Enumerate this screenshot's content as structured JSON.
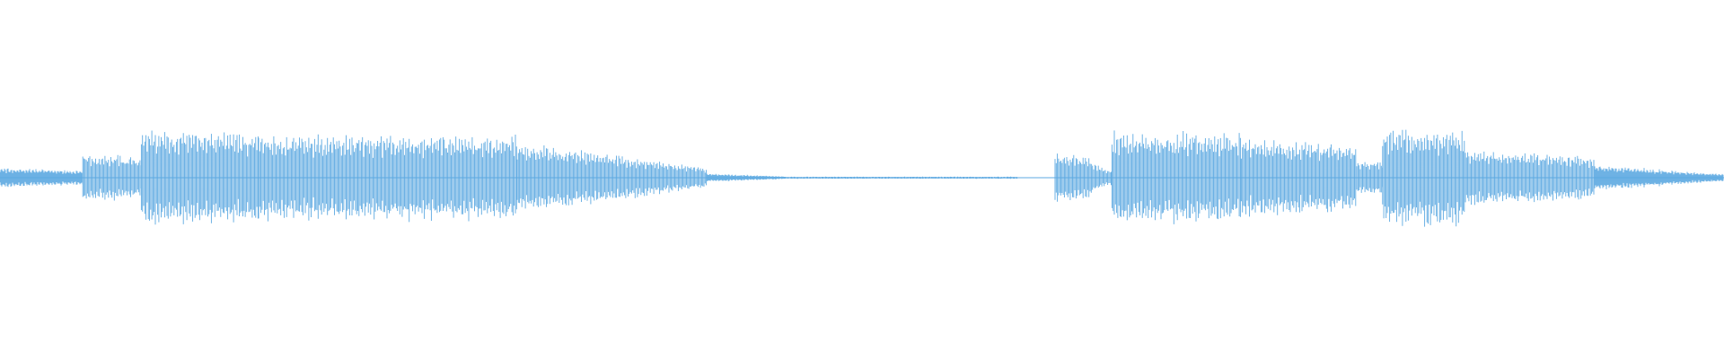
{
  "waveform": {
    "color": "#5DA9E1",
    "background": "#FFFFFF",
    "channels": "mono",
    "segments": [
      {
        "start": 0.0,
        "end": 0.048,
        "amp_start": 0.14,
        "amp_end": 0.1,
        "fine": true
      },
      {
        "start": 0.048,
        "end": 0.082,
        "amp_start": 0.34,
        "amp_end": 0.3
      },
      {
        "start": 0.082,
        "end": 0.15,
        "amp_start": 0.68,
        "amp_end": 0.66
      },
      {
        "start": 0.15,
        "end": 0.3,
        "amp_start": 0.62,
        "amp_end": 0.6
      },
      {
        "start": 0.3,
        "end": 0.41,
        "amp_start": 0.52,
        "amp_end": 0.14
      },
      {
        "start": 0.41,
        "end": 0.455,
        "amp_start": 0.06,
        "amp_end": 0.02,
        "fine": true
      },
      {
        "start": 0.455,
        "end": 0.59,
        "amp_start": 0.015,
        "amp_end": 0.015,
        "fine": true
      },
      {
        "start": 0.612,
        "end": 0.633,
        "amp_start": 0.36,
        "amp_end": 0.3
      },
      {
        "start": 0.633,
        "end": 0.645,
        "amp_start": 0.22,
        "amp_end": 0.1
      },
      {
        "start": 0.645,
        "end": 0.72,
        "amp_start": 0.66,
        "amp_end": 0.62
      },
      {
        "start": 0.72,
        "end": 0.787,
        "amp_start": 0.56,
        "amp_end": 0.48
      },
      {
        "start": 0.787,
        "end": 0.802,
        "amp_start": 0.24,
        "amp_end": 0.24
      },
      {
        "start": 0.802,
        "end": 0.85,
        "amp_start": 0.7,
        "amp_end": 0.66
      },
      {
        "start": 0.85,
        "end": 0.925,
        "amp_start": 0.42,
        "amp_end": 0.3
      },
      {
        "start": 0.925,
        "end": 1.0,
        "amp_start": 0.18,
        "amp_end": 0.05,
        "fine": true
      }
    ]
  }
}
